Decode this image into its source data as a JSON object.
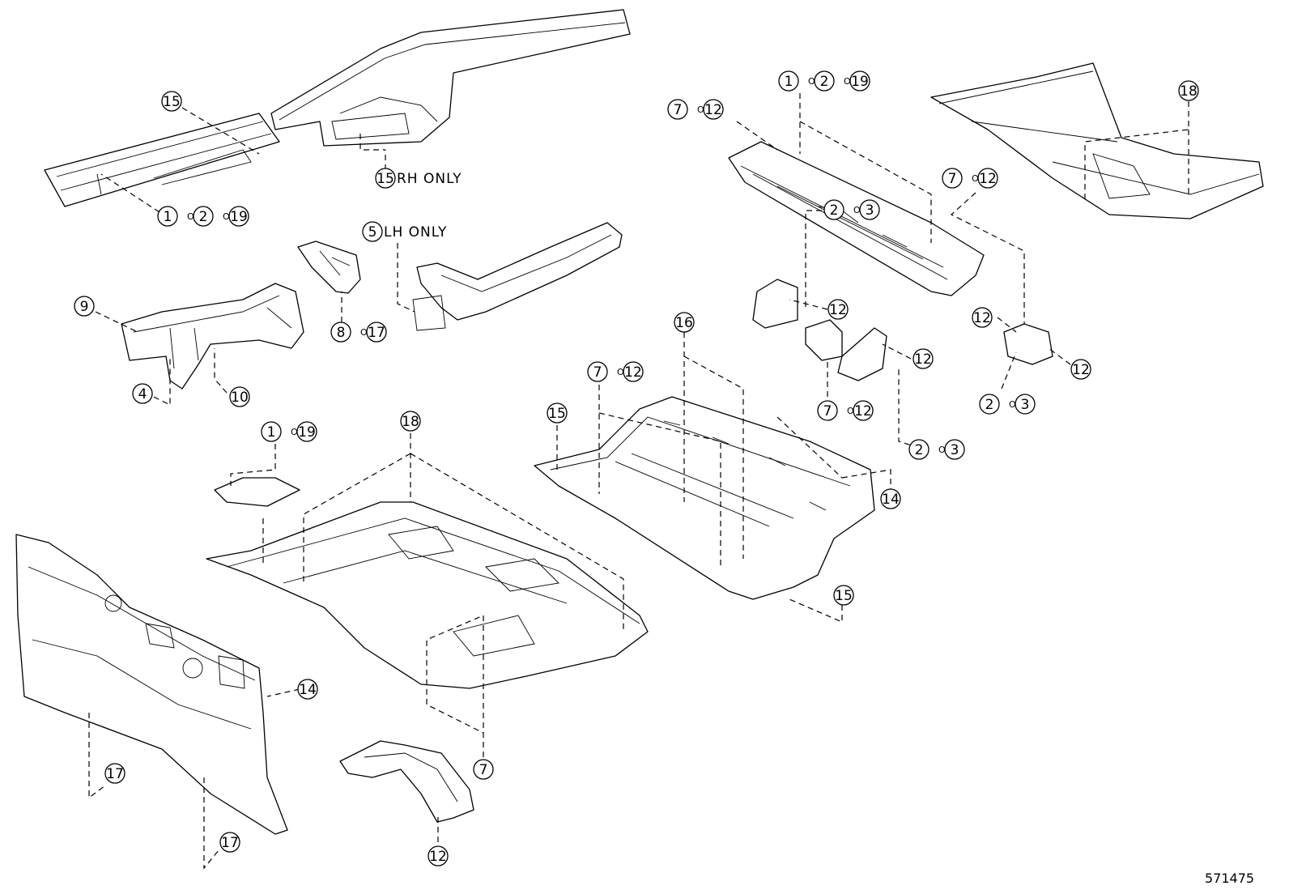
{
  "figure_number": "571475",
  "conjunction": "OR",
  "notes": {
    "rh_only": "RH ONLY",
    "lh_only": "LH ONLY"
  },
  "callouts": [
    {
      "id": "c-15-a",
      "nums": [
        "15"
      ]
    },
    {
      "id": "c-1-2-19-a",
      "nums": [
        "1",
        "2",
        "19"
      ]
    },
    {
      "id": "c-15-rh",
      "nums": [
        "15"
      ],
      "note": "rh_only"
    },
    {
      "id": "c-5-lh",
      "nums": [
        "5"
      ],
      "note": "lh_only"
    },
    {
      "id": "c-9",
      "nums": [
        "9"
      ]
    },
    {
      "id": "c-8-17",
      "nums": [
        "8",
        "17"
      ]
    },
    {
      "id": "c-4",
      "nums": [
        "4"
      ]
    },
    {
      "id": "c-10",
      "nums": [
        "10"
      ]
    },
    {
      "id": "c-1-2-19-b",
      "nums": [
        "1",
        "2",
        "19"
      ]
    },
    {
      "id": "c-7-12-a",
      "nums": [
        "7",
        "12"
      ]
    },
    {
      "id": "c-18-a",
      "nums": [
        "18"
      ]
    },
    {
      "id": "c-7-12-b",
      "nums": [
        "7",
        "12"
      ]
    },
    {
      "id": "c-2-3-a",
      "nums": [
        "2",
        "3"
      ]
    },
    {
      "id": "c-12-a",
      "nums": [
        "12"
      ]
    },
    {
      "id": "c-12-b",
      "nums": [
        "12"
      ]
    },
    {
      "id": "c-12-c",
      "nums": [
        "12"
      ]
    },
    {
      "id": "c-12-d",
      "nums": [
        "12"
      ]
    },
    {
      "id": "c-7-12-c",
      "nums": [
        "7",
        "12"
      ]
    },
    {
      "id": "c-2-3-b",
      "nums": [
        "2",
        "3"
      ]
    },
    {
      "id": "c-2-3-c",
      "nums": [
        "2",
        "3"
      ]
    },
    {
      "id": "c-16",
      "nums": [
        "16"
      ]
    },
    {
      "id": "c-7-12-d",
      "nums": [
        "7",
        "12"
      ]
    },
    {
      "id": "c-15-b",
      "nums": [
        "15"
      ]
    },
    {
      "id": "c-14-a",
      "nums": [
        "14"
      ]
    },
    {
      "id": "c-15-c",
      "nums": [
        "15"
      ]
    },
    {
      "id": "c-1-19",
      "nums": [
        "1",
        "19"
      ]
    },
    {
      "id": "c-18-b",
      "nums": [
        "18"
      ]
    },
    {
      "id": "c-14-b",
      "nums": [
        "14"
      ]
    },
    {
      "id": "c-17-a",
      "nums": [
        "17"
      ]
    },
    {
      "id": "c-17-b",
      "nums": [
        "17"
      ]
    },
    {
      "id": "c-7",
      "nums": [
        "7"
      ]
    },
    {
      "id": "c-12-e",
      "nums": [
        "12"
      ]
    }
  ]
}
